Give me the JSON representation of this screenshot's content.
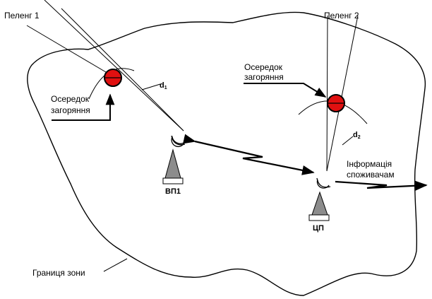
{
  "labels": {
    "bearing_1": "Пеленг 1",
    "bearing_2": "Пеленг 2",
    "fire_source_1_line1": "Осередок",
    "fire_source_1_line2": "загоряння",
    "fire_source_2_line1": "Осередок",
    "fire_source_2_line2": "загоряння",
    "d1_letter": "d",
    "d1_sub": "1",
    "d2_letter": "d",
    "d2_sub": "2",
    "info_line1": "Інформація",
    "info_line2": "споживачам",
    "post_vp1": "ВП1",
    "post_cp": "ЦП",
    "zone_border": "Границя зони"
  },
  "colors": {
    "fire_fill": "#e01010",
    "antenna_fill": "#8c8c8c",
    "stroke": "#000000"
  },
  "icons": {
    "fire_source": "fire-source-icon",
    "antenna": "antenna-tower-icon",
    "radio_link": "lightning-link-icon"
  }
}
